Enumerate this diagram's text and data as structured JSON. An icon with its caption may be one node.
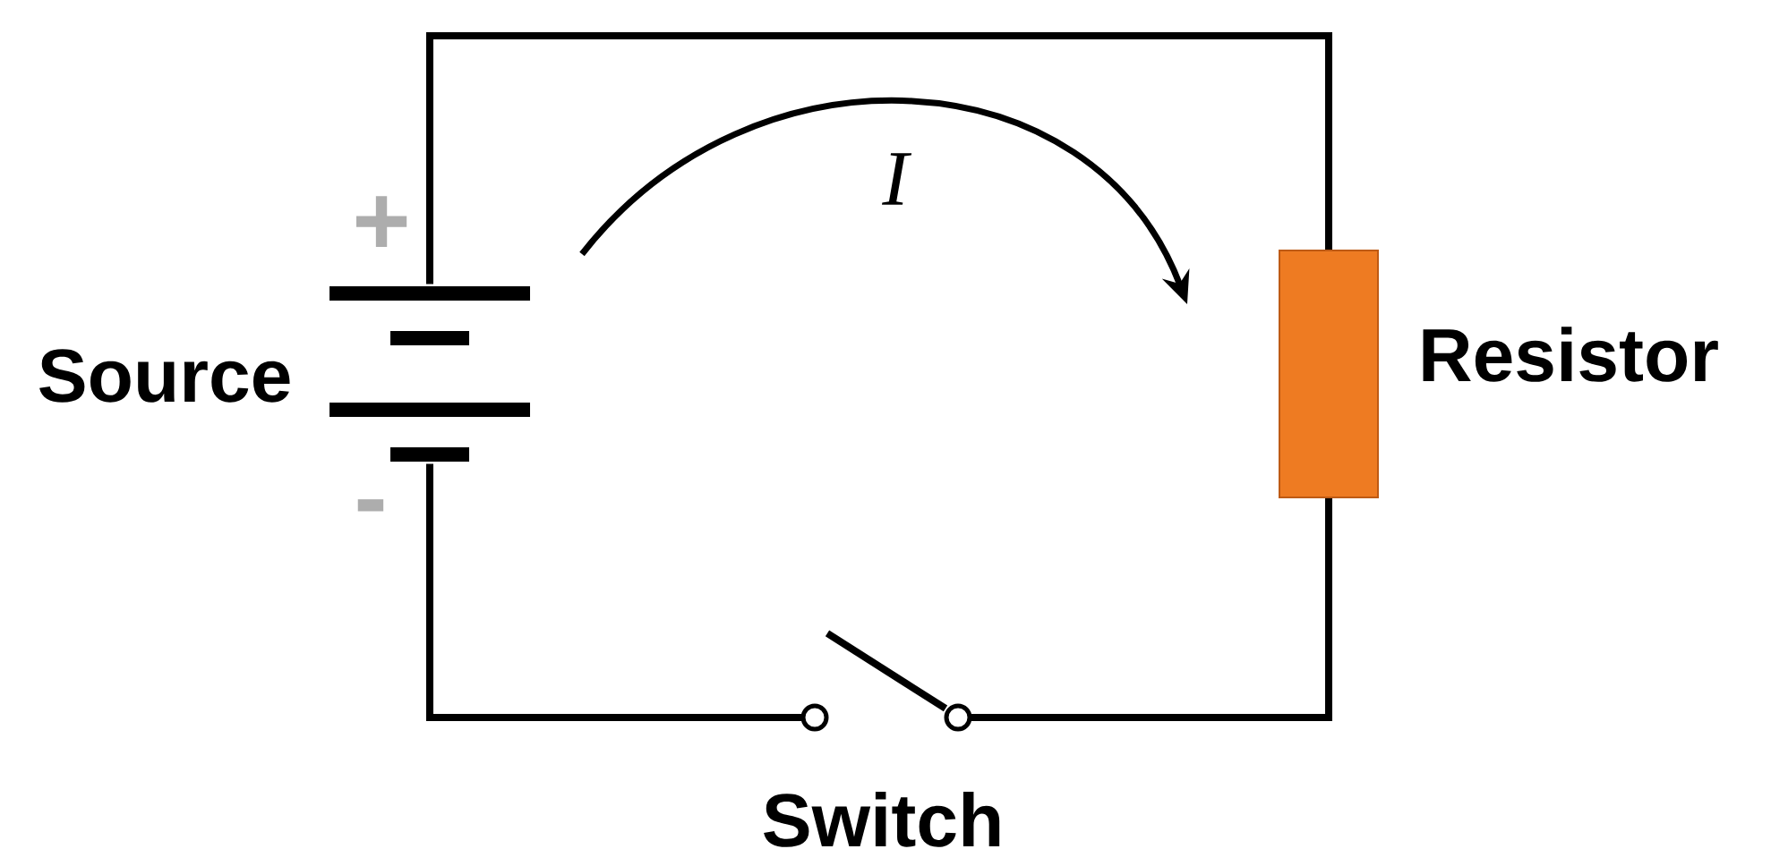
{
  "diagram": {
    "nodes": [
      {
        "text": [],
        "shape": "battery",
        "beside": [
          "Source"
        ]
      },
      {
        "text": [],
        "shape": "box",
        "beside": [
          "Resistor"
        ]
      },
      {
        "text": [],
        "shape": "switch",
        "beside": [
          "Switch"
        ]
      }
    ],
    "edges": [
      {
        "from": 0,
        "to": 1,
        "arrow": "none"
      },
      {
        "from": 1,
        "to": 2,
        "arrow": "none"
      },
      {
        "from": 2,
        "to": 0,
        "arrow": "none"
      }
    ],
    "labels": [
      "+",
      "-",
      "I"
    ]
  }
}
